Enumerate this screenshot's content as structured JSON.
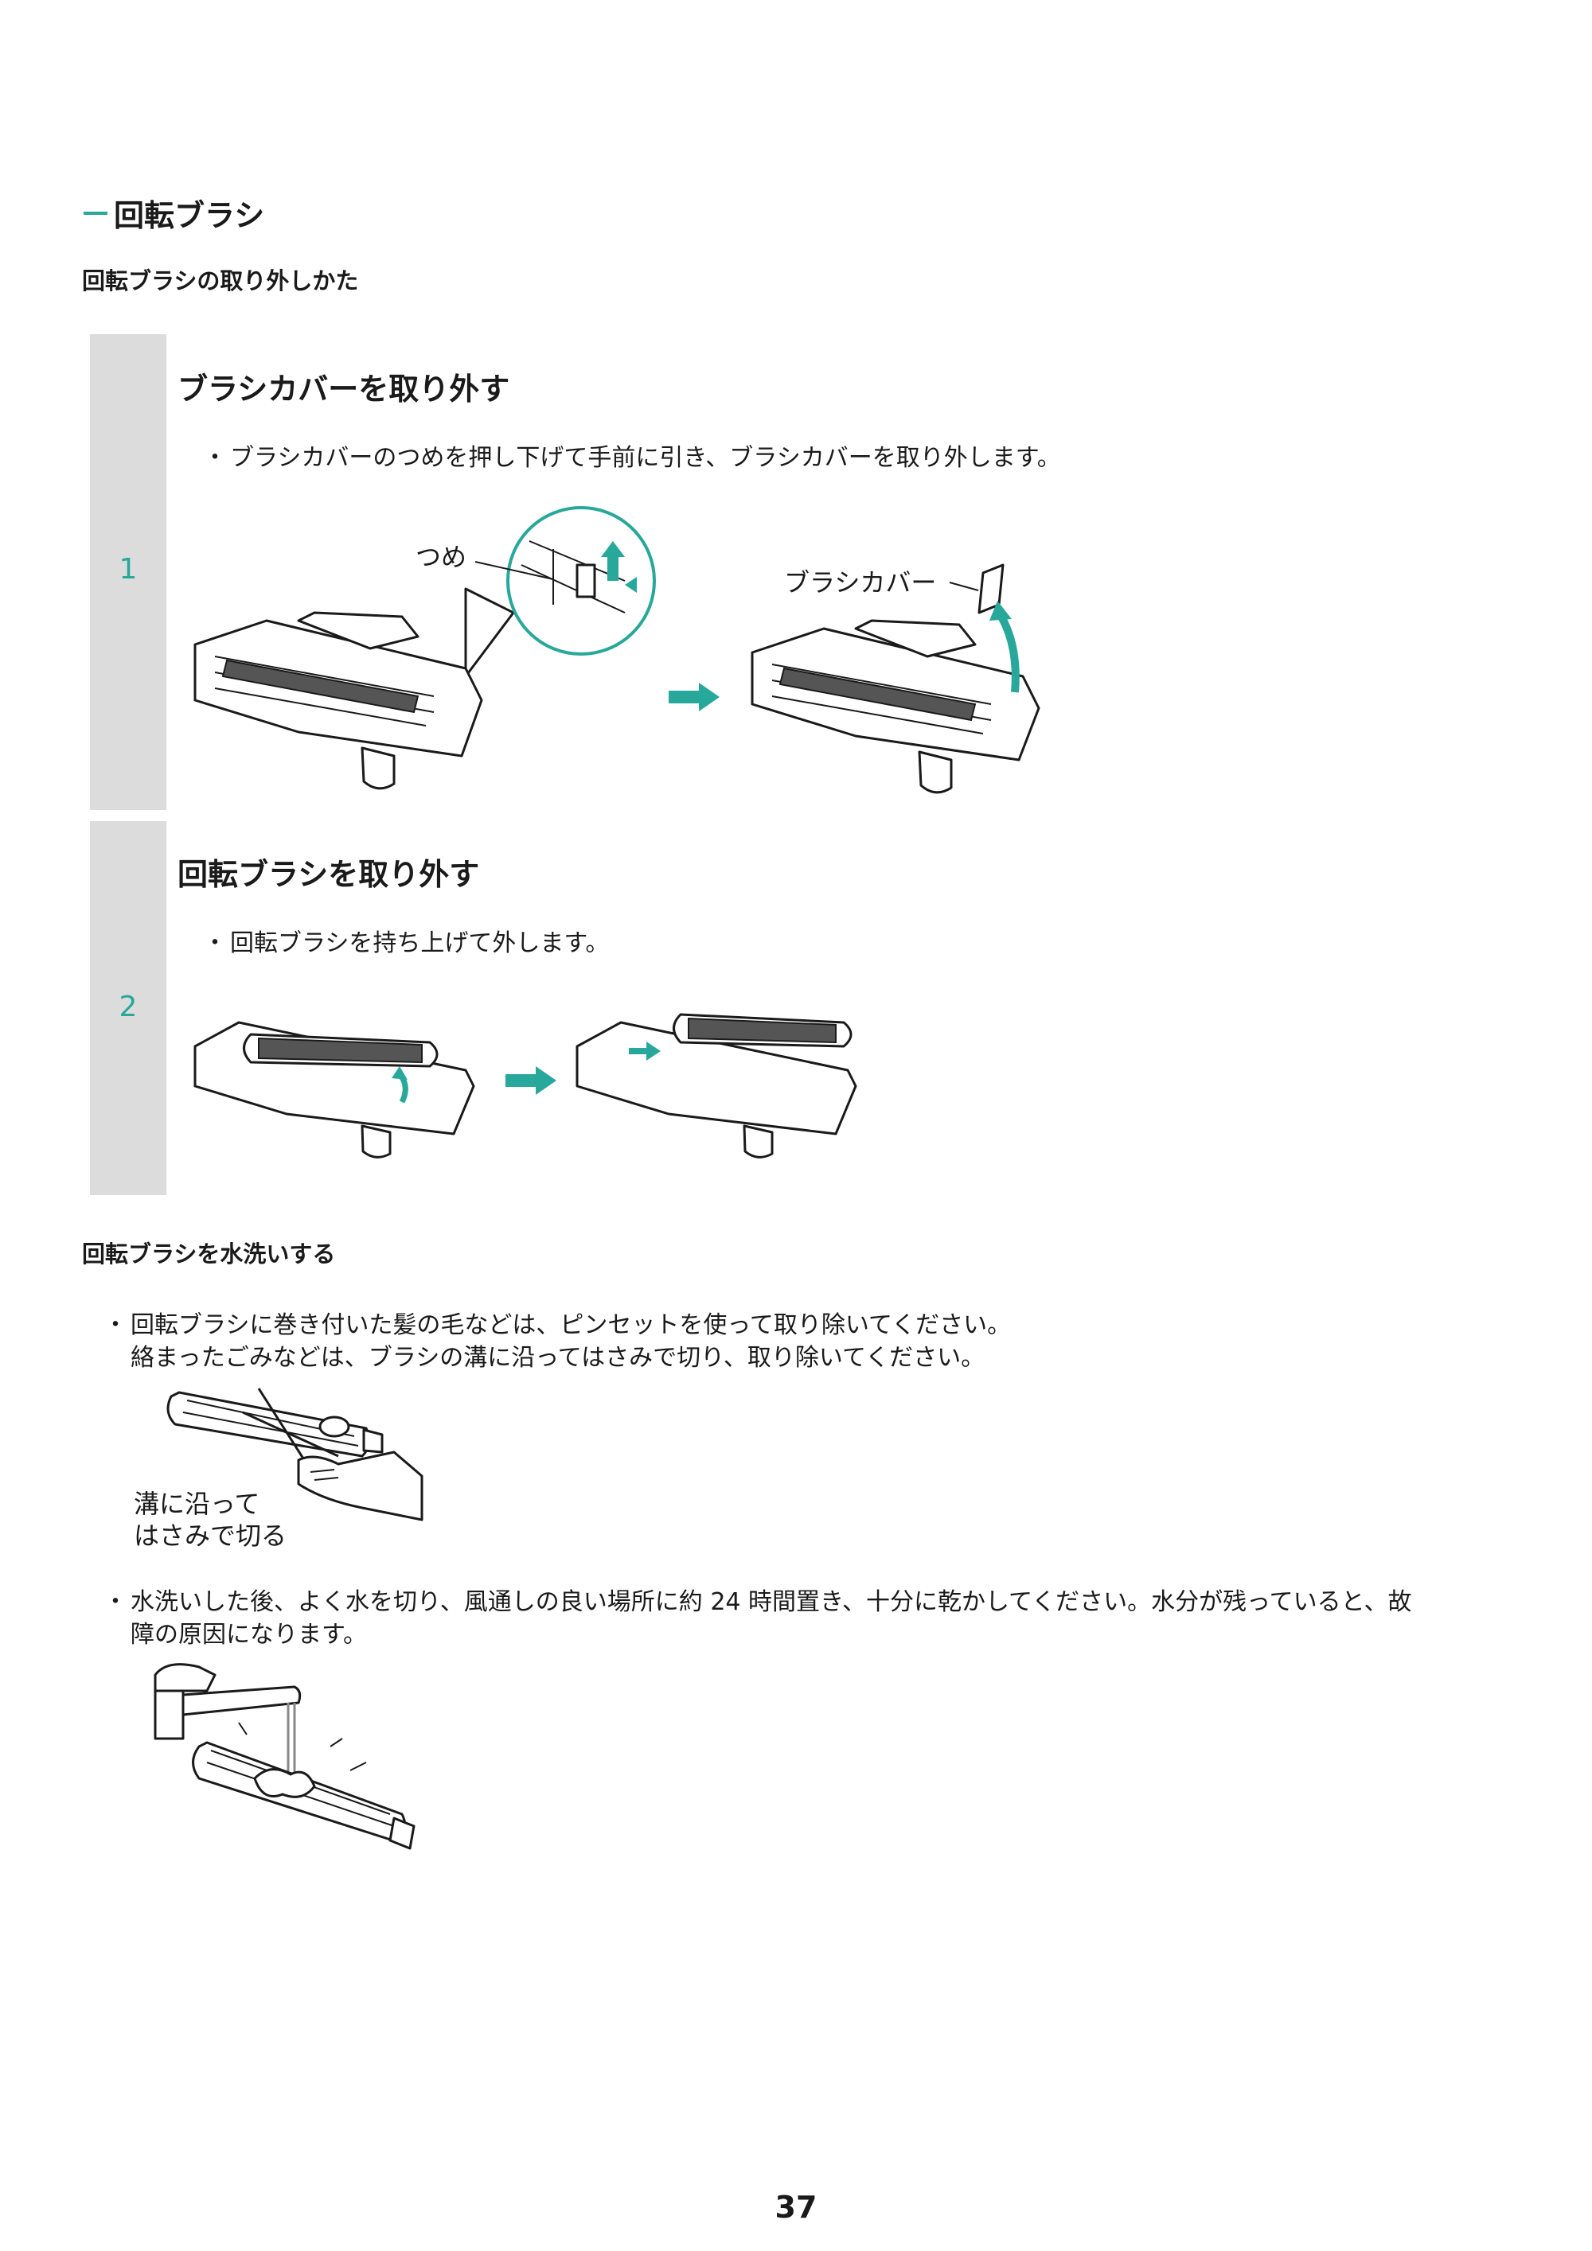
{
  "section_title": "回転ブラシ",
  "removal": {
    "heading": "回転ブラシの取り外しかた",
    "steps": [
      {
        "number": "1",
        "title": "ブラシカバーを取り外す",
        "bullet": "ブラシカバーのつめを押し下げて手前に引き、ブラシカバーを取り外します。",
        "labels": {
          "claw": "つめ",
          "cover": "ブラシカバー"
        }
      },
      {
        "number": "2",
        "title": "回転ブラシを取り外す",
        "bullet": "回転ブラシを持ち上げて外します。"
      }
    ]
  },
  "washing": {
    "heading": "回転ブラシを水洗いする",
    "bullets": [
      {
        "lines": [
          "回転ブラシに巻き付いた髪の毛などは、ピンセットを使って取り除いてください。",
          "絡まったごみなどは、ブラシの溝に沿ってはさみで切り、取り除いてください。"
        ]
      },
      {
        "lines": [
          "水洗いした後、よく水を切り、風通しの良い場所に約 24 時間置き、十分に乾かしてください。水分が残っていると、故",
          "障の原因になります。"
        ]
      }
    ],
    "scissor_note": [
      "溝に沿って",
      "はさみで切る"
    ]
  },
  "page_number": "37",
  "colors": {
    "accent": "#27a89a",
    "step_bar": "#dcdcdc"
  },
  "icons": [
    "arrow-right-icon",
    "arrow-up-icon",
    "curved-arrow-icon",
    "bullet-dot-icon"
  ]
}
